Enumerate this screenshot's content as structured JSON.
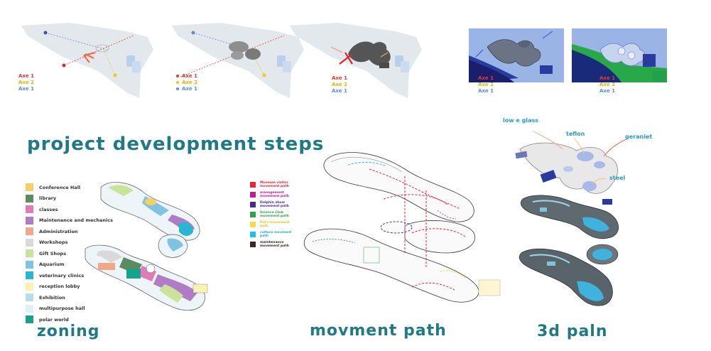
{
  "axes_legend": {
    "items": [
      {
        "label": "Axe 1",
        "color": "#e53935"
      },
      {
        "label": "Axe 2",
        "color": "#f5c518"
      },
      {
        "label": "Axe 1",
        "color": "#5b8fd6"
      }
    ]
  },
  "headings": {
    "development": "project development steps",
    "zoning": "zoning",
    "movement": "movment path",
    "plan3d": "3d paln"
  },
  "zoning_legend": [
    {
      "label": "Conference Hall",
      "color": "#f6d064"
    },
    {
      "label": "library",
      "color": "#5d8a5e"
    },
    {
      "label": "classes",
      "color": "#e07bb5"
    },
    {
      "label": "Maintenance and mechanics",
      "color": "#b07cc6"
    },
    {
      "label": "Administration",
      "color": "#f0a88a"
    },
    {
      "label": "Workshops",
      "color": "#d9d9d9"
    },
    {
      "label": "Gift Shops",
      "color": "#c9e39a"
    },
    {
      "label": "Aquarium",
      "color": "#7fc3e0"
    },
    {
      "label": "veterinary clinics",
      "color": "#29b6d3"
    },
    {
      "label": "reception lobby",
      "color": "#fbf1b0"
    },
    {
      "label": "Exhibition",
      "color": "#b7dde8"
    },
    {
      "label": "multipurpose hall",
      "color": "#dff0f7"
    },
    {
      "label": "polar world",
      "color": "#17a289"
    }
  ],
  "movement_legend": [
    {
      "label": "Museum visitor movement path",
      "color": "#e3263a"
    },
    {
      "label": "management movement path",
      "color": "#c21d8c"
    },
    {
      "label": "Dolphin show movement path",
      "color": "#4b2a8f"
    },
    {
      "label": "Science Club movement path",
      "color": "#2fa24a"
    },
    {
      "label": "Kid's movement path",
      "color": "#f7d94c"
    },
    {
      "label": "culture movment path",
      "color": "#1fbfe6"
    },
    {
      "label": "maintenance movement path",
      "color": "#3b2a20"
    }
  ],
  "callouts": {
    "glass": "low e glass",
    "teflon": "teflon",
    "geraniet": "geraniet",
    "steel": "steel"
  }
}
